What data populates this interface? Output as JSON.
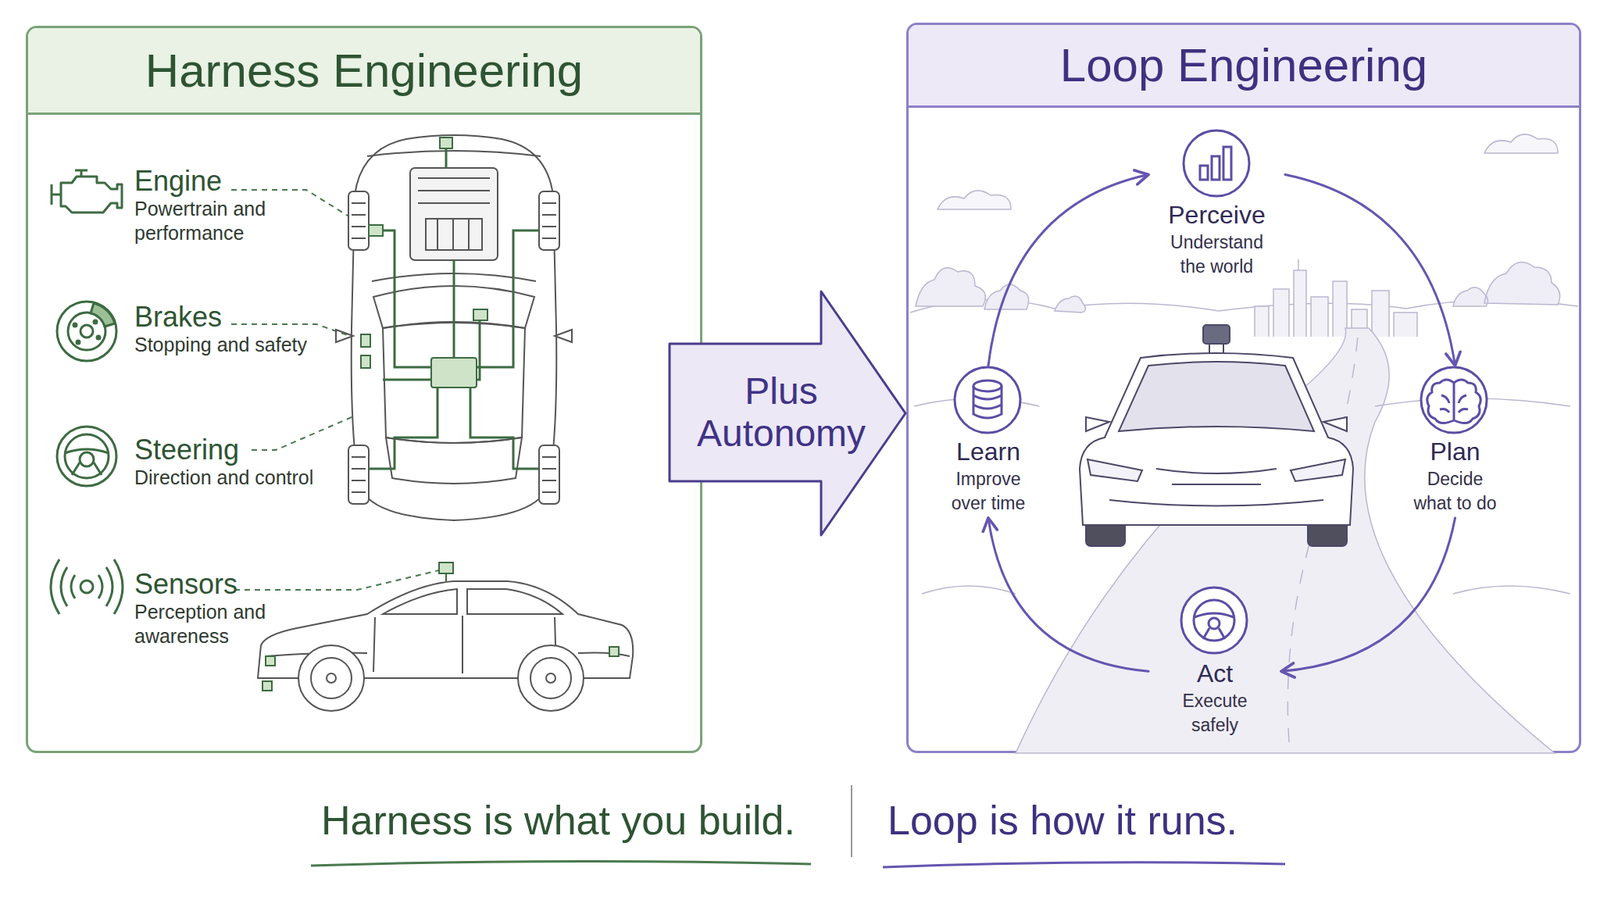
{
  "diagram": {
    "nodes": [
      {
        "text": [
          "Harness Engineering"
        ]
      },
      {
        "text": [
          "Engine",
          "Powertrain and performance"
        ],
        "in": 0
      },
      {
        "text": [
          "Brakes",
          "Stopping and safety"
        ],
        "in": 0
      },
      {
        "text": [
          "Steering",
          "Direction and control"
        ],
        "in": 0
      },
      {
        "text": [
          "Sensors",
          "Perception and awareness"
        ],
        "in": 0
      },
      {
        "text": [
          "Plus Autonomy"
        ]
      },
      {
        "text": [
          "Loop Engineering"
        ]
      },
      {
        "text": [
          "Perceive",
          "Understand the world"
        ],
        "in": 6
      },
      {
        "text": [
          "Plan",
          "Decide what to do"
        ],
        "in": 6
      },
      {
        "text": [
          "Act",
          "Execute safely"
        ],
        "in": 6
      },
      {
        "text": [
          "Learn",
          "Improve over time"
        ],
        "in": 6
      }
    ],
    "edges": [
      {
        "from": 7,
        "to": 8,
        "arrow": "to"
      },
      {
        "from": 8,
        "to": 9,
        "arrow": "to"
      },
      {
        "from": 9,
        "to": 10,
        "arrow": "to"
      },
      {
        "from": 10,
        "to": 7,
        "arrow": "to"
      }
    ],
    "labels": [
      "Harness is what you build.",
      "Loop is how it runs."
    ]
  }
}
